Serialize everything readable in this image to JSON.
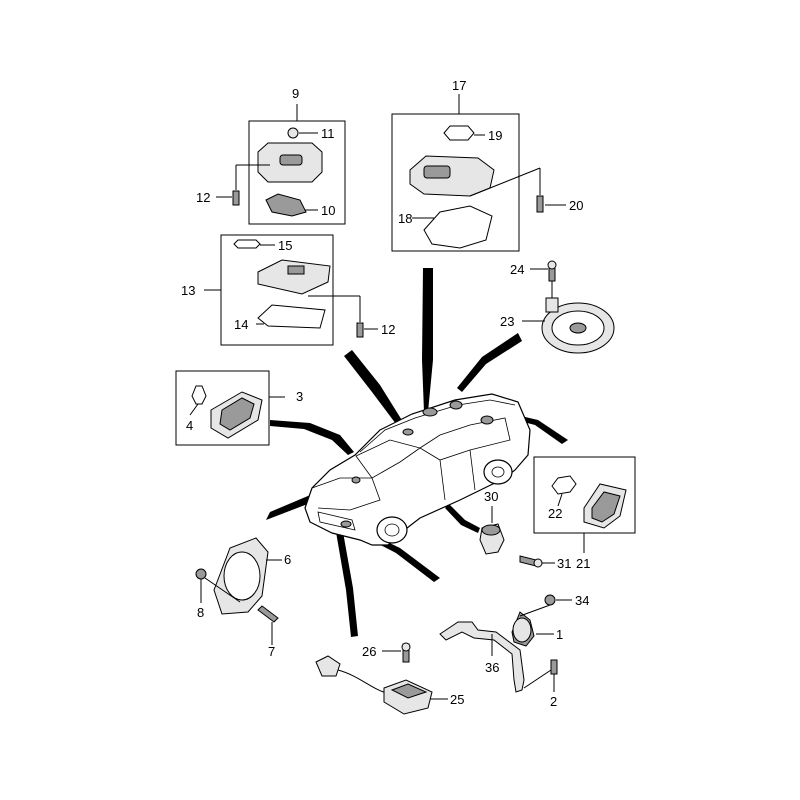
{
  "diagram": {
    "callouts": [
      {
        "id": "c1",
        "text": "1"
      },
      {
        "id": "c2",
        "text": "2"
      },
      {
        "id": "c3",
        "text": "3"
      },
      {
        "id": "c4",
        "text": "4"
      },
      {
        "id": "c6",
        "text": "6"
      },
      {
        "id": "c7",
        "text": "7"
      },
      {
        "id": "c8",
        "text": "8"
      },
      {
        "id": "c9",
        "text": "9"
      },
      {
        "id": "c10",
        "text": "10"
      },
      {
        "id": "c11",
        "text": "11"
      },
      {
        "id": "c12a",
        "text": "12"
      },
      {
        "id": "c12b",
        "text": "12"
      },
      {
        "id": "c13",
        "text": "13"
      },
      {
        "id": "c14",
        "text": "14"
      },
      {
        "id": "c15",
        "text": "15"
      },
      {
        "id": "c17",
        "text": "17"
      },
      {
        "id": "c18",
        "text": "18"
      },
      {
        "id": "c19",
        "text": "19"
      },
      {
        "id": "c20",
        "text": "20"
      },
      {
        "id": "c21",
        "text": "21"
      },
      {
        "id": "c22",
        "text": "22"
      },
      {
        "id": "c23",
        "text": "23"
      },
      {
        "id": "c24",
        "text": "24"
      },
      {
        "id": "c25",
        "text": "25"
      },
      {
        "id": "c26",
        "text": "26"
      },
      {
        "id": "c30",
        "text": "30"
      },
      {
        "id": "c31",
        "text": "31"
      },
      {
        "id": "c34",
        "text": "34"
      },
      {
        "id": "c36",
        "text": "36"
      }
    ]
  }
}
